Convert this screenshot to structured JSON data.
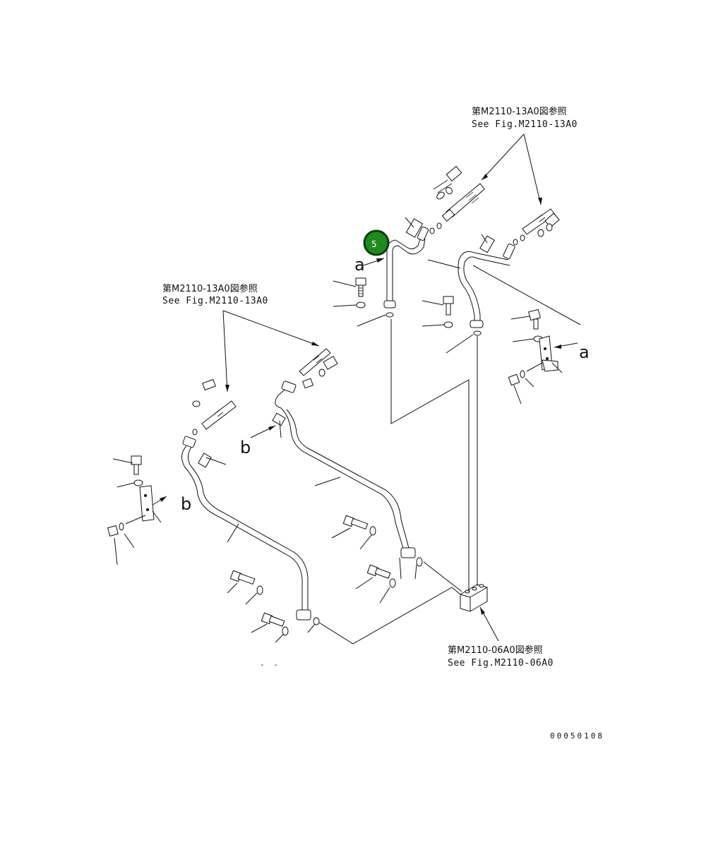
{
  "references": {
    "top_right": {
      "jp": "第M2110-13A0図参照",
      "en": "See Fig.M2110-13A0"
    },
    "left": {
      "jp": "第M2110-13A0図参照",
      "en": "See Fig.M2110-13A0"
    },
    "bottom": {
      "jp": "第M2110-06A0図参照",
      "en": "See Fig.M2110-06A0"
    }
  },
  "callouts": {
    "a_upper": "a",
    "a_right": "a",
    "b_upper": "b",
    "b_lower": "b"
  },
  "badge": {
    "label": "5",
    "color": "#1f8a1f"
  },
  "drawing_number": "00050108",
  "bottom_mark": "- -"
}
